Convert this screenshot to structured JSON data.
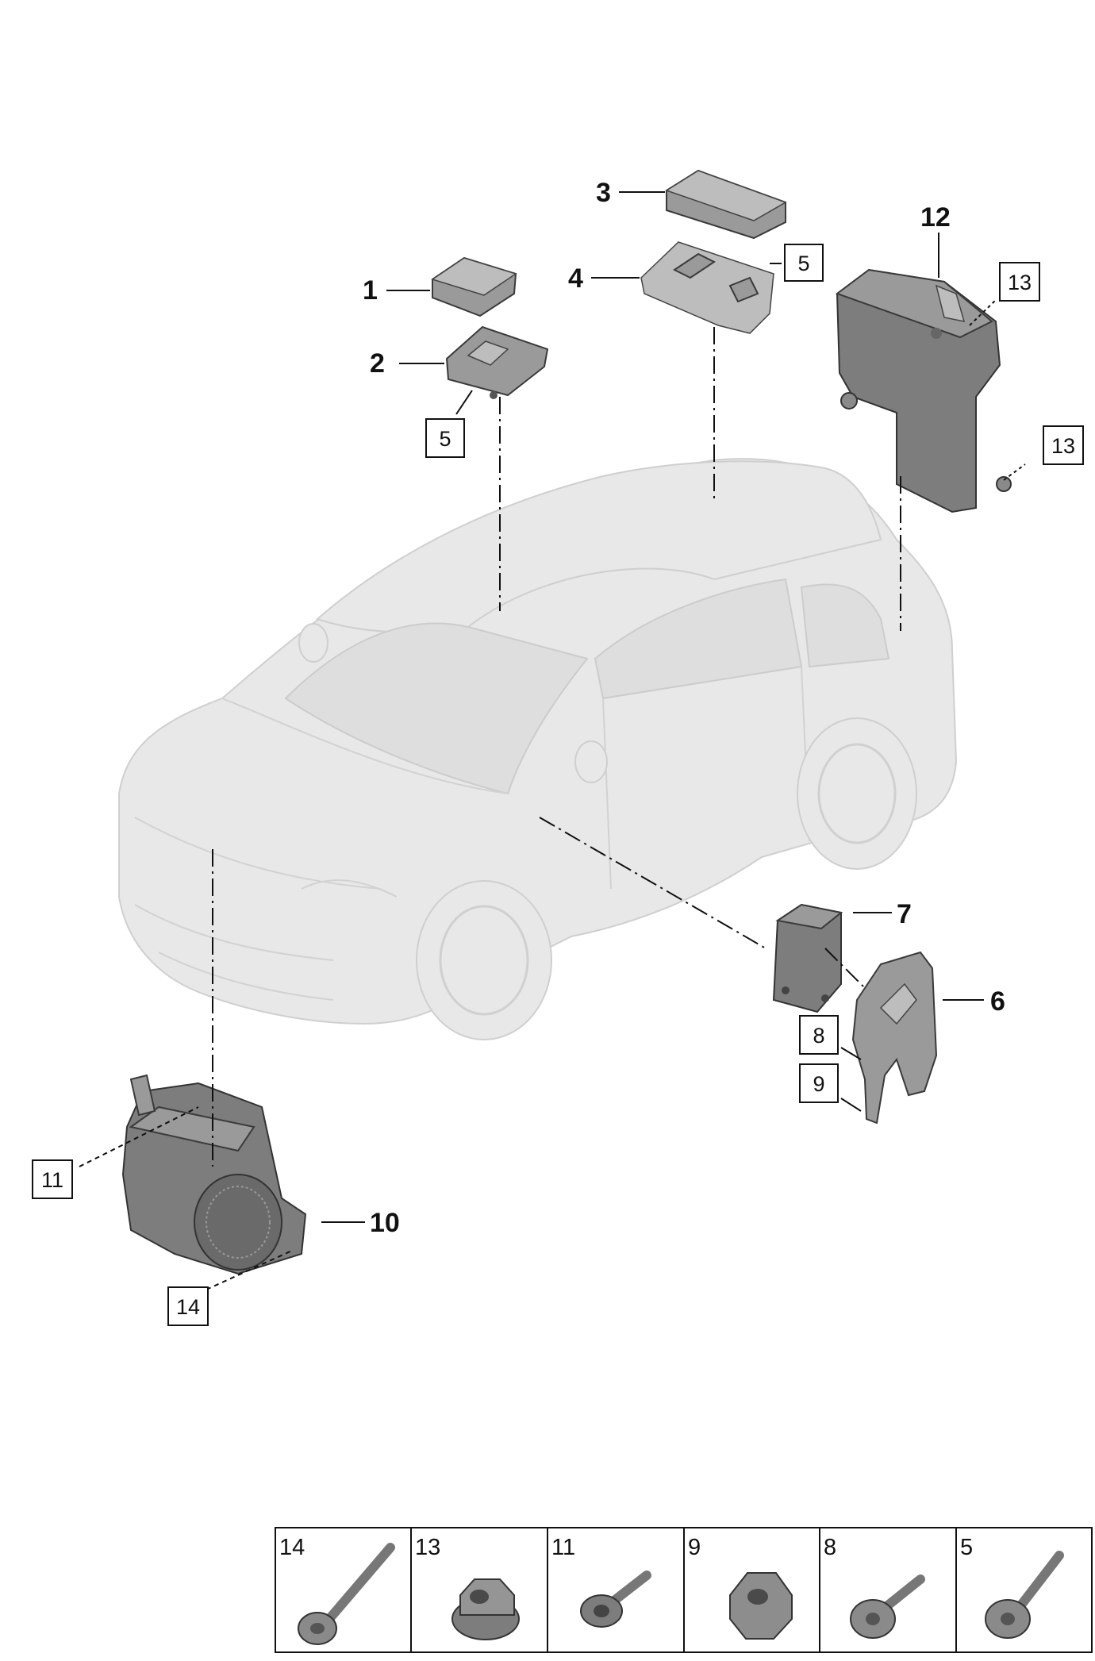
{
  "callouts": {
    "c1": "1",
    "c2": "2",
    "c3": "3",
    "c4": "4",
    "c6": "6",
    "c7": "7",
    "c10": "10",
    "c12": "12"
  },
  "boxed_refs": {
    "b5a": "5",
    "b5b": "5",
    "b13a": "13",
    "b13b": "13",
    "b8": "8",
    "b9": "9",
    "b11": "11",
    "b14": "14"
  },
  "fastener_table": [
    {
      "num": "14",
      "icon": "long-bolt-icon"
    },
    {
      "num": "13",
      "icon": "flange-nut-icon"
    },
    {
      "num": "11",
      "icon": "flange-bolt-icon"
    },
    {
      "num": "9",
      "icon": "hex-nut-icon"
    },
    {
      "num": "8",
      "icon": "short-screw-icon"
    },
    {
      "num": "5",
      "icon": "torx-screw-icon"
    }
  ]
}
